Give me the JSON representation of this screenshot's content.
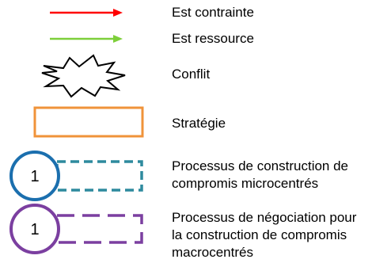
{
  "legend": {
    "items": [
      {
        "key": "contrainte",
        "label": "Est contrainte",
        "symbol": "red-arrow",
        "color": "#ff0000"
      },
      {
        "key": "ressource",
        "label": "Est ressource",
        "symbol": "green-arrow",
        "color": "#7dcf3a"
      },
      {
        "key": "conflit",
        "label": "Conflit",
        "symbol": "explosion-shape",
        "color": "#000000"
      },
      {
        "key": "strategie",
        "label": "Stratégie",
        "symbol": "orange-rectangle",
        "color": "#f0933a"
      },
      {
        "key": "micro",
        "label": "Processus de construction de\ncompromis microcentrés",
        "symbol": "blue-circle-dashed-box",
        "color": "#1b6fae",
        "box_color": "#2e8a9e",
        "number": "1"
      },
      {
        "key": "macro",
        "label": "Processus de négociation pour\nla construction de compromis\nmacrocentrés",
        "symbol": "purple-circle-dashed-box",
        "color": "#7b3fa0",
        "number": "1"
      }
    ]
  }
}
